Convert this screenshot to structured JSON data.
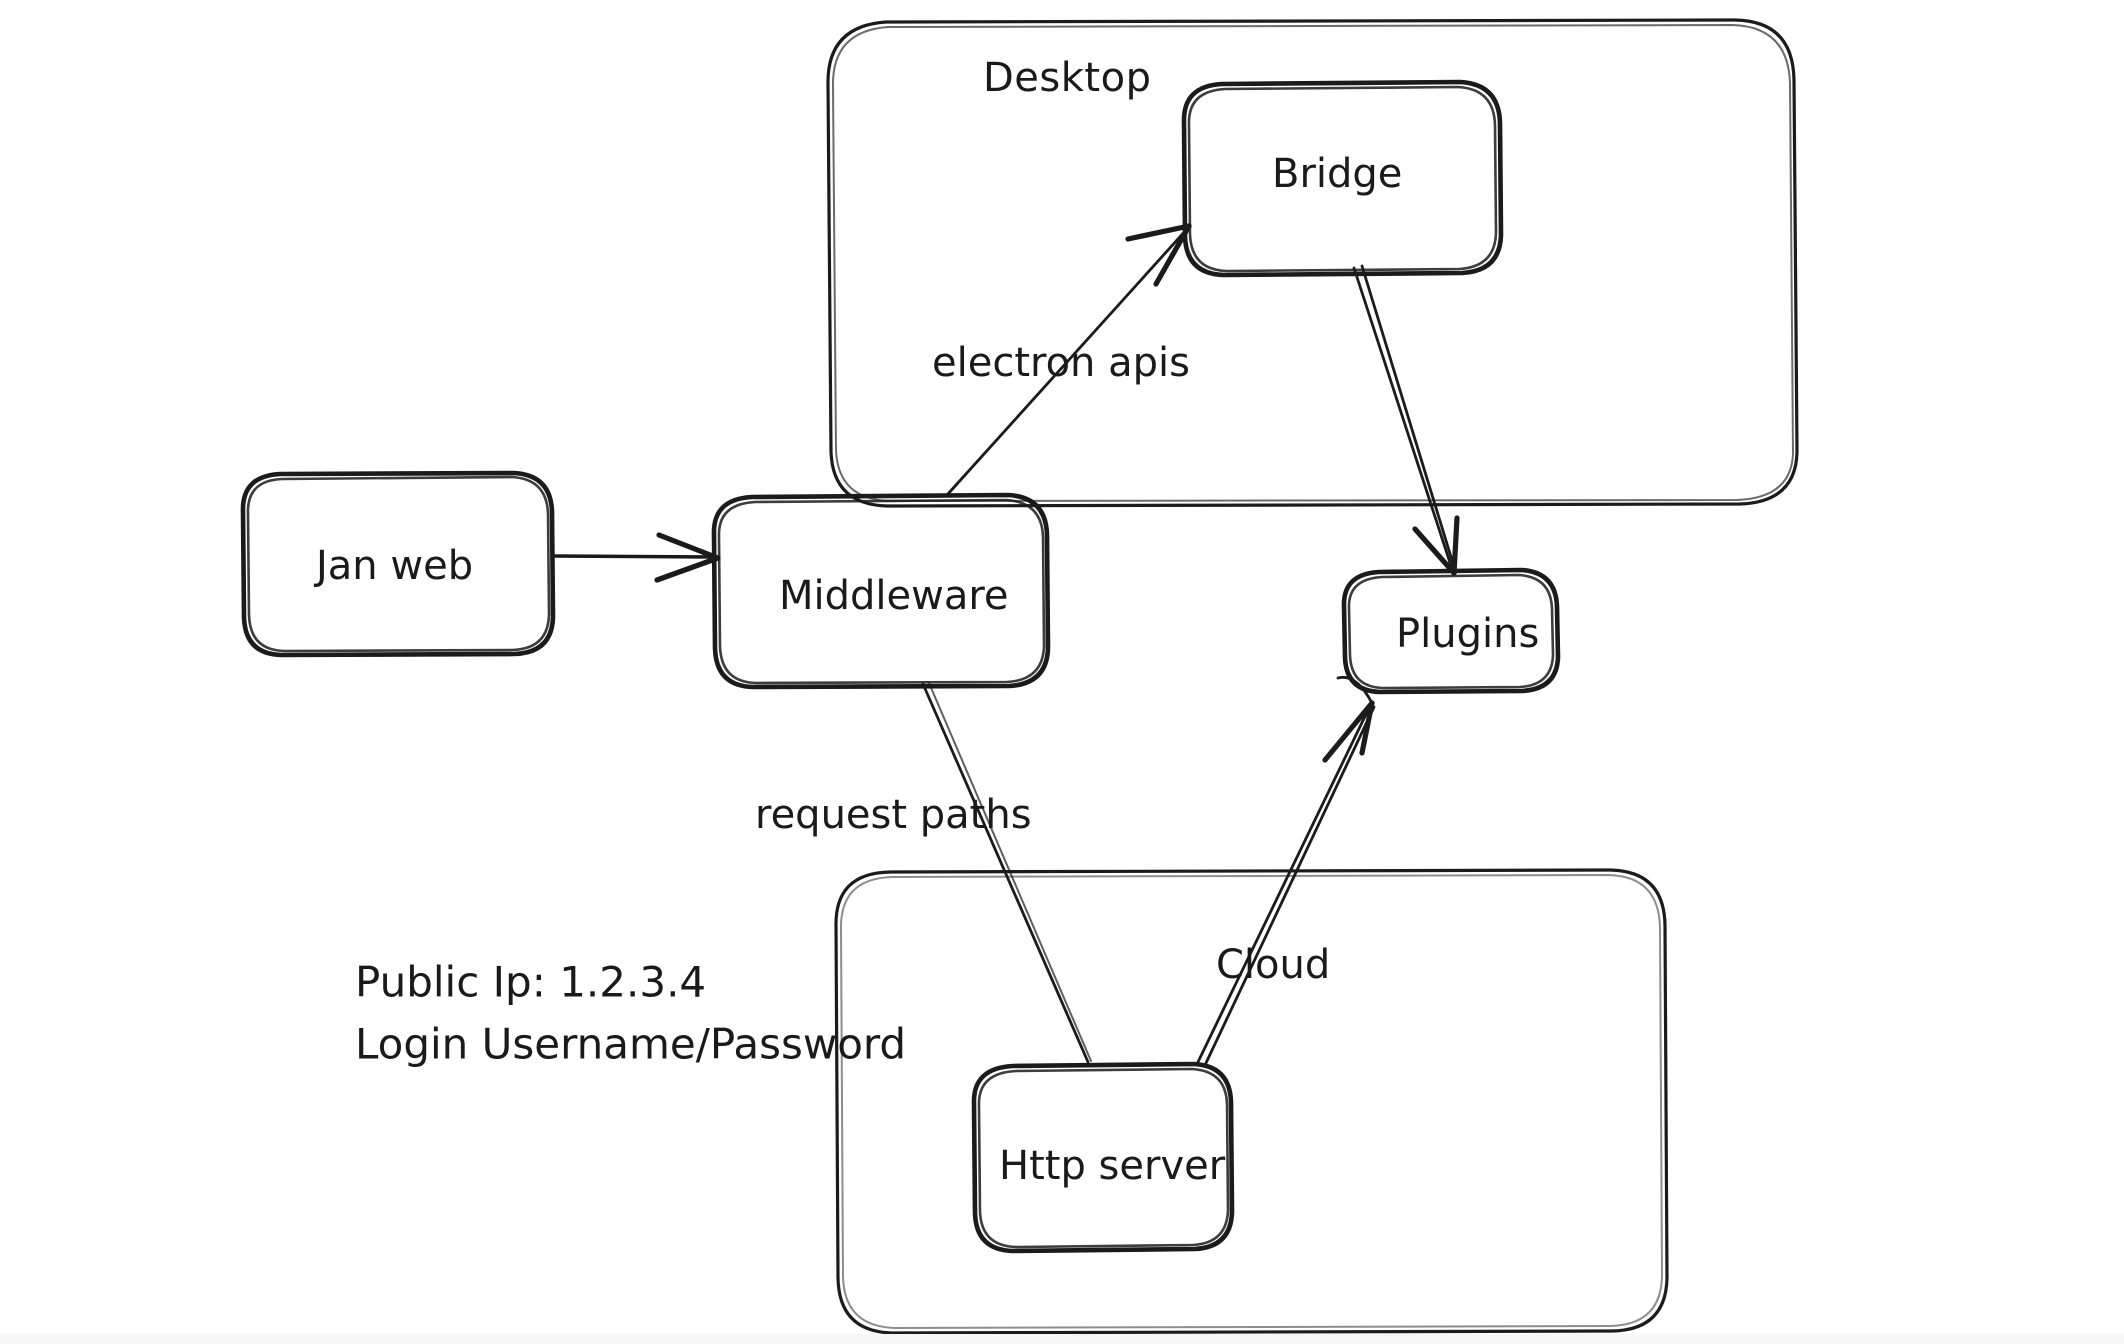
{
  "diagram": {
    "title_hidden": "",
    "background_color": "#ffffff",
    "stroke_color": "#1b1b1b",
    "containers": [
      {
        "id": "desktop",
        "label": "Desktop"
      },
      {
        "id": "cloud_box",
        "label": ""
      }
    ],
    "nodes": [
      {
        "id": "jan_web",
        "label": "Jan web"
      },
      {
        "id": "middleware",
        "label": "Middleware"
      },
      {
        "id": "bridge",
        "label": "Bridge"
      },
      {
        "id": "plugins",
        "label": "Plugins"
      },
      {
        "id": "http_server",
        "label": "Http server"
      }
    ],
    "edges": [
      {
        "id": "jan-to-middleware",
        "from": "jan_web",
        "to": "middleware",
        "label": "",
        "arrow": true
      },
      {
        "id": "middleware-to-bridge",
        "from": "middleware",
        "to": "bridge",
        "label": "electron apis",
        "arrow": true
      },
      {
        "id": "bridge-to-plugins",
        "from": "bridge",
        "to": "plugins",
        "label": "",
        "arrow": true
      },
      {
        "id": "middleware-to-http",
        "from": "middleware",
        "to": "http_server",
        "label": "request paths",
        "arrow": false
      },
      {
        "id": "http-to-plugins",
        "from": "http_server",
        "to": "plugins",
        "label": "Cloud",
        "arrow": true
      }
    ],
    "notes": {
      "public_ip_line": "Public Ip: 1.2.3.4",
      "login_line": "Login Username/Password"
    }
  }
}
